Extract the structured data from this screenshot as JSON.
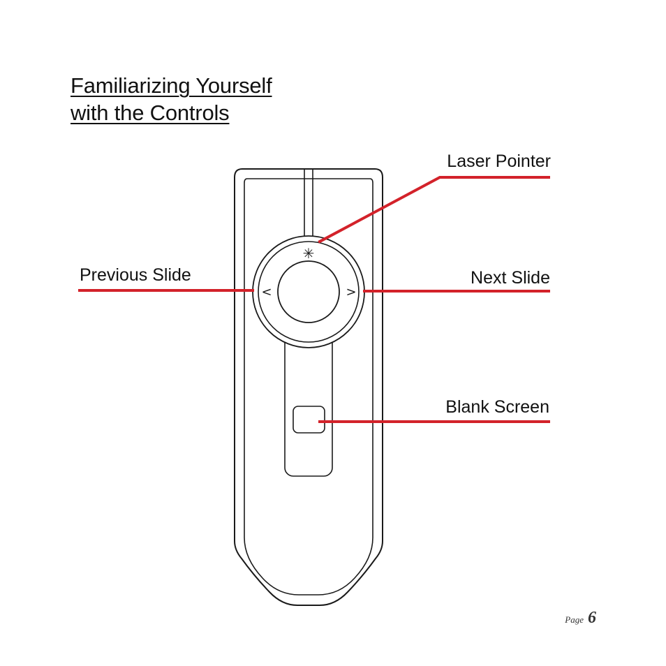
{
  "heading": {
    "line1": "Familiarizing Yourself",
    "line2": "with the Controls"
  },
  "callouts": {
    "laser_pointer": "Laser Pointer",
    "previous_slide": "Previous Slide",
    "next_slide": "Next Slide",
    "blank_screen": "Blank Screen"
  },
  "device": {
    "laser_symbol": "✳",
    "left_arrow": "<",
    "right_arrow": ">"
  },
  "footer": {
    "page_word": "Page",
    "page_number": "6"
  },
  "colors": {
    "callout_line": "#d3222a",
    "outline": "#1a1a1a"
  }
}
